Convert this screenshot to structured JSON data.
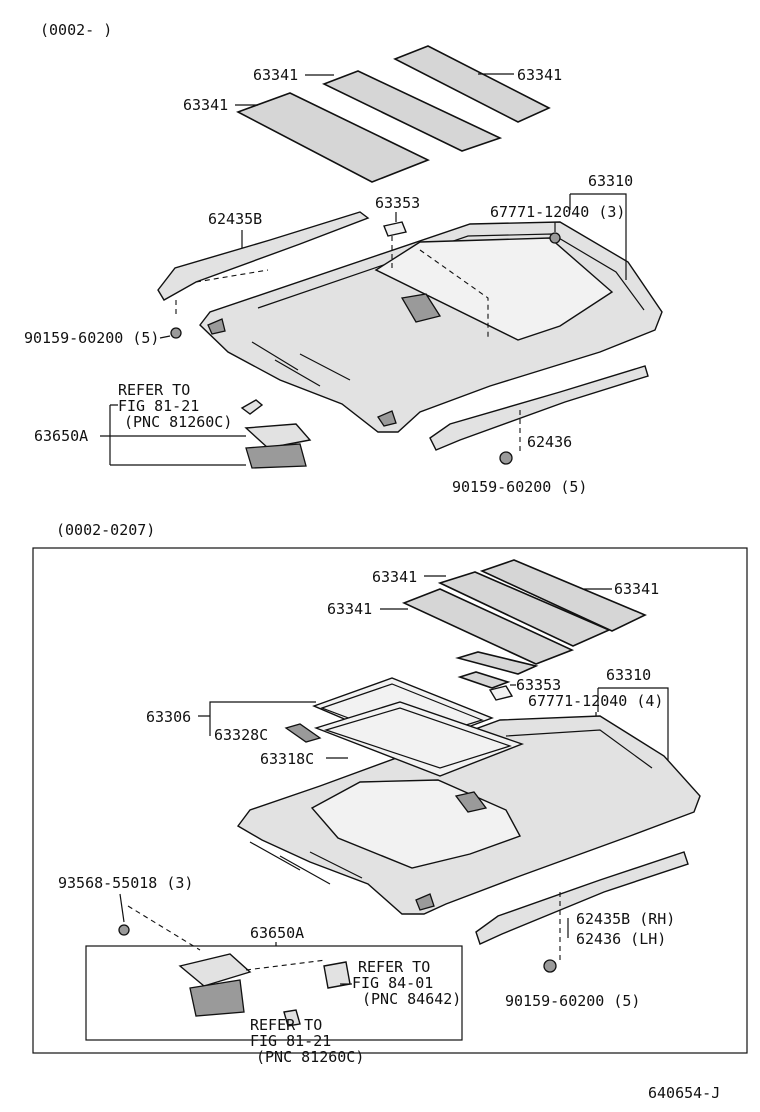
{
  "top": {
    "date_range": "(0002-        )",
    "labels": {
      "sunshade_a": "63341",
      "sunshade_b": "63341",
      "sunshade_c": "63341",
      "headlining": "63310",
      "clip_part": "67771-12040 (3)",
      "pad": "63353",
      "rail_left": "62435B",
      "screw_left": "90159-60200 (5)",
      "refer_line1": "REFER TO",
      "refer_line2": "FIG 81-21",
      "refer_line3": "(PNC 81260C)",
      "lamp": "63650A",
      "rail_right": "62436",
      "screw_right": "90159-60200 (5)"
    }
  },
  "bottom": {
    "date_range": "(0002-0207)",
    "labels": {
      "sunshade_a": "63341",
      "sunshade_b": "63341",
      "sunshade_c": "63341",
      "headlining": "63310",
      "pad": "63353",
      "clip_part": "67771-12040 (4)",
      "sunroof_trim": "63306",
      "garnish": "63328C",
      "weatherstrip": "63318C",
      "clip_left": "93568-55018 (3)",
      "lamp": "63650A",
      "refer_a_line1": "REFER TO",
      "refer_a_line2": "FIG 84-01",
      "refer_a_line3": "(PNC 84642)",
      "refer_b_line1": "REFER TO",
      "refer_b_line2": "FIG 81-21",
      "refer_b_line3": "(PNC 81260C)",
      "rail_rh": "62435B (RH)",
      "rail_lh": "62436    (LH)",
      "screw_right": "90159-60200 (5)"
    }
  },
  "footer": {
    "figure_code": "640654-J"
  }
}
